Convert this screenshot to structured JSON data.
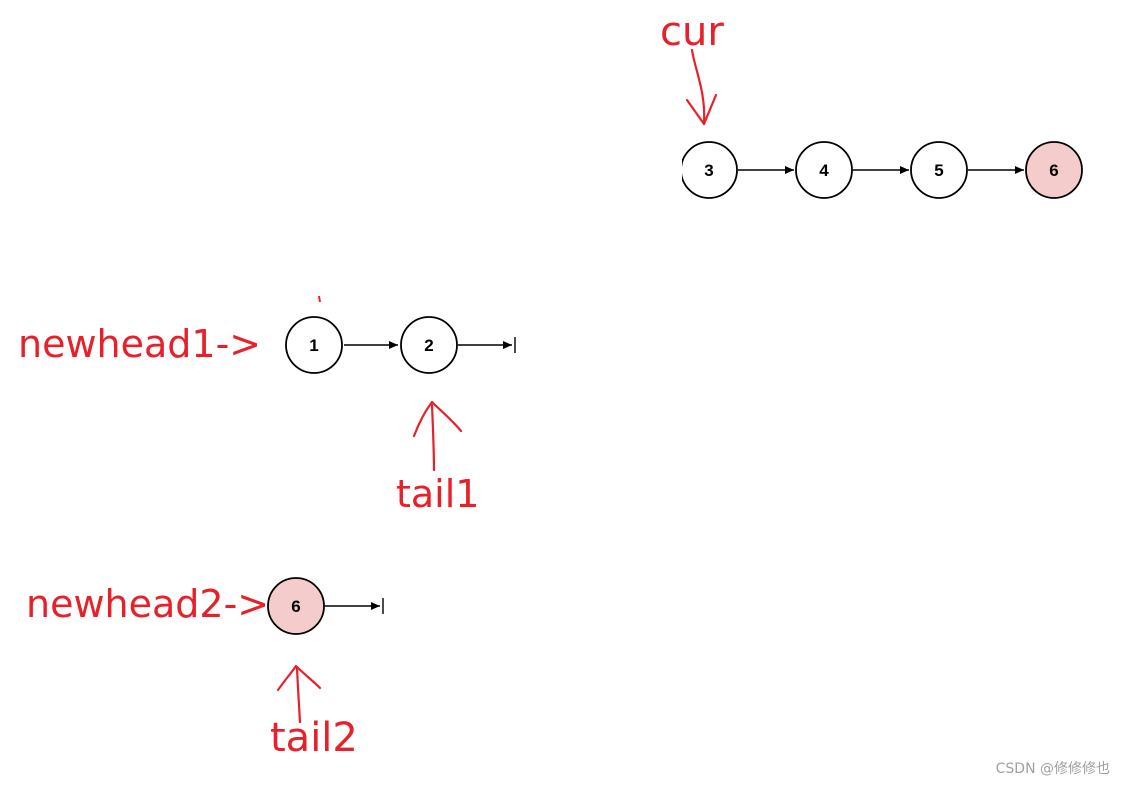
{
  "colors": {
    "annotation": "#e8202a",
    "node_stroke": "#000000",
    "node_fill": "#ffffff",
    "node_fill_highlight": "#f4cccc",
    "watermark": "#a0a0a0"
  },
  "labels": {
    "cur": "cur",
    "newhead1": "newhead1->",
    "tail1": "tail1",
    "newhead2": "newhead2->",
    "tail2": "tail2"
  },
  "lists": {
    "remaining": [
      {
        "value": "3",
        "highlight": false
      },
      {
        "value": "4",
        "highlight": false
      },
      {
        "value": "5",
        "highlight": false
      },
      {
        "value": "6",
        "highlight": true
      }
    ],
    "list1": [
      {
        "value": "1",
        "highlight": false
      },
      {
        "value": "2",
        "highlight": false
      }
    ],
    "list2": [
      {
        "value": "6",
        "highlight": true
      }
    ]
  },
  "watermark": "CSDN @修修修也"
}
